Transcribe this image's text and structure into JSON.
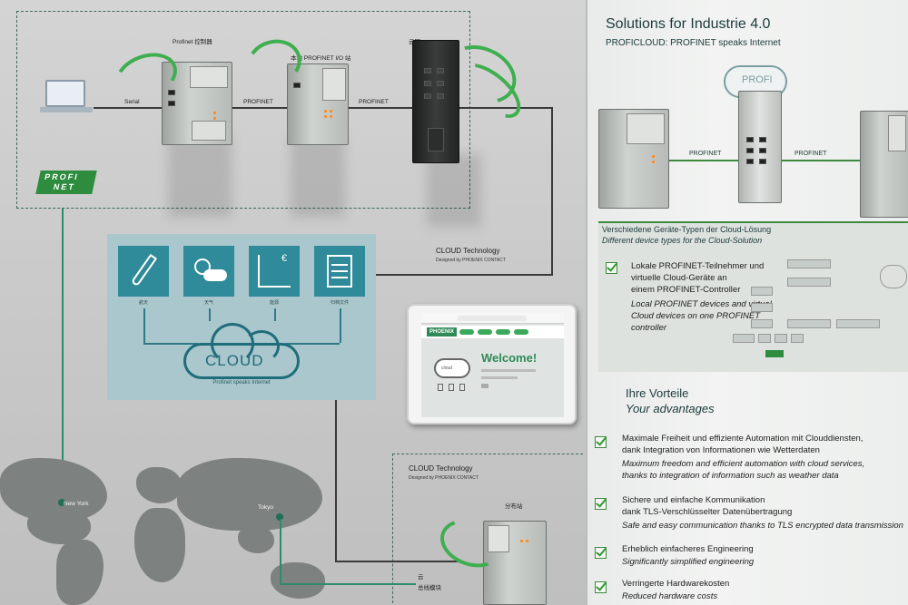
{
  "left_wall": {
    "labels": {
      "profinet_controller": "Profinet 控制器",
      "local_io": "本地 PROFINET I/O 站",
      "cloud_gateway": "云网",
      "serial": "Serial",
      "profinet_1": "PROFINET",
      "profinet_2": "PROFINET",
      "profinet_logo_top": "PROFI",
      "profinet_logo_bottom": "NET",
      "cloud_technology_1": "CLOUD Technology",
      "designed_by_1": "Designed by PHOENIX CONTACT",
      "cloud_technology_2": "CLOUD Technology",
      "designed_by_2": "Designed by PHOENIX CONTACT",
      "distributed_station": "分布站",
      "new_york": "New York",
      "tokyo": "Tokyo",
      "cloud_bus_module_1": "云",
      "cloud_bus_module_2": "总线模块"
    },
    "cloud_block": {
      "tiles": [
        {
          "icon": "test-tube-icon",
          "label": "航天"
        },
        {
          "icon": "weather-icon",
          "label": "天气"
        },
        {
          "icon": "chart-euro-icon",
          "label": "能源"
        },
        {
          "icon": "document-icon",
          "label": "归档文件"
        }
      ],
      "cloud_word": "CLOUD",
      "cloud_caption": "Profinet speaks Internet"
    },
    "tablet": {
      "welcome": "Welcome!",
      "mini_cloud": "cloud",
      "brand": "PHOENIX"
    }
  },
  "panel": {
    "title": "Solutions for Industrie 4.0",
    "subtitle": "PROFICLOUD: PROFINET speaks Internet",
    "diagram": {
      "profi_cloud": "PROFI",
      "profinet_left": "PROFINET",
      "profinet_right": "PROFINET"
    },
    "device_types_de": "Verschiedene Geräte-Typen der Cloud-Lösung",
    "device_types_en": "Different device types for the Cloud-Solution",
    "feature": {
      "de_1": "Lokale PROFINET-Teilnehmer und",
      "de_2": "virtuelle Cloud-Geräte an",
      "de_3": "einem PROFINET-Controller",
      "en_1": "Local PROFINET devices and virtual",
      "en_2": "Cloud devices on one PROFINET",
      "en_3": "controller"
    },
    "advantages_de": "Ihre Vorteile",
    "advantages_en": "Your advantages",
    "advantages": [
      {
        "de_1": "Maximale Freiheit und effiziente Automation mit Clouddiensten,",
        "de_2": "dank Integration von Informationen wie Wetterdaten",
        "en_1": "Maximum freedom and efficient automation with cloud services,",
        "en_2": "thanks to integration of information such as weather data"
      },
      {
        "de_1": "Sichere und einfache Kommunikation",
        "de_2": "dank TLS-Verschlüsselter Datenübertragung",
        "en_1": "Safe and easy communication thanks to TLS encrypted data transmission",
        "en_2": ""
      },
      {
        "de_1": "Erheblich einfacheres Engineering",
        "de_2": "",
        "en_1": "Significantly simplified engineering",
        "en_2": ""
      },
      {
        "de_1": "Verringerte Hardwarekosten",
        "de_2": "",
        "en_1": "Reduced hardware costs",
        "en_2": ""
      }
    ]
  }
}
